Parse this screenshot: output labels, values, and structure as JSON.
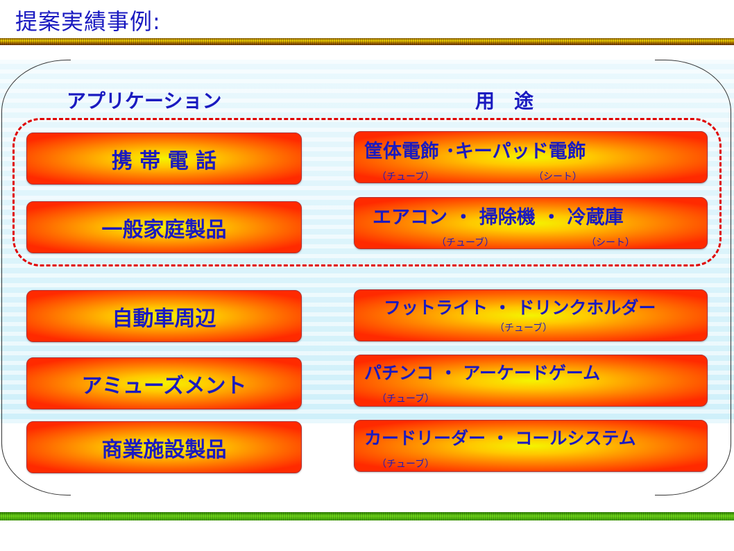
{
  "title": "提案実績事例:",
  "headers": {
    "application": "アプリケーション",
    "use": "用　途"
  },
  "rows": [
    {
      "app": "携 帯 電 話",
      "use": "筐体電飾 ･キーパッド電飾",
      "sub1": "（チューブ）",
      "sub2": "（シート）"
    },
    {
      "app": "一般家庭製品",
      "use": "エアコン ・ 掃除機 ・ 冷蔵庫",
      "sub1": "（チューブ）",
      "sub2": "（シート）"
    },
    {
      "app": "自動車周辺",
      "use": "フットライト ・ ドリンクホルダー",
      "sub1": "（チューブ）"
    },
    {
      "app": "アミューズメント",
      "use": "パチンコ ・ アーケードゲーム",
      "sub1": "（チューブ）"
    },
    {
      "app": "商業施設製品",
      "use": "カードリーダー ・ コールシステム",
      "sub1": "（チューブ）"
    }
  ],
  "colors": {
    "text": "#1a1ac0",
    "dash": "#e00000"
  }
}
